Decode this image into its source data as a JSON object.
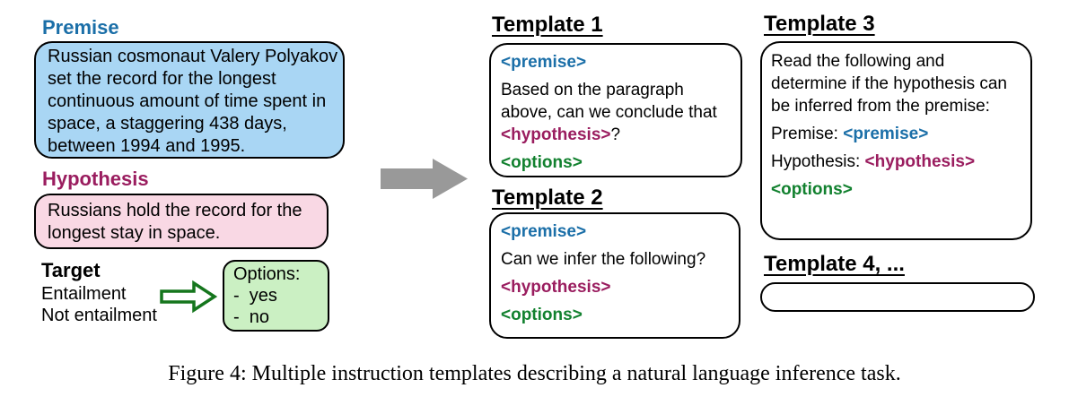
{
  "colors": {
    "premise_text": "#1B6FA8",
    "hypothesis_text": "#9A1D5F",
    "options_text": "#12812F",
    "premise_fill": "#A9D6F4",
    "hypothesis_fill": "#F9D8E4",
    "options_fill": "#CBF0C3",
    "arrow_gray": "#999999",
    "arrow_green": "#15761D"
  },
  "icons": {
    "flow_arrow": "gray-right-arrow",
    "target_arrow": "green-hollow-right-arrow"
  },
  "left": {
    "premise_label": "Premise",
    "premise_box": [
      {
        "lines": [
          [
            {
              "t": "Russian cosmonaut Valery Polyakov"
            }
          ],
          [
            {
              "t": "set the record for the longest"
            }
          ],
          [
            {
              "t": "continuous amount of time spent in"
            }
          ],
          [
            {
              "t": "space, a staggering 438 days,"
            }
          ],
          [
            {
              "t": "between 1994 and 1995."
            }
          ]
        ]
      }
    ],
    "hypothesis_label": "Hypothesis",
    "hypothesis_box": [
      {
        "lines": [
          [
            {
              "t": "Russians hold the record for the"
            }
          ],
          [
            {
              "t": "longest stay in space."
            }
          ]
        ]
      }
    ],
    "target_label": "Target",
    "target_items": [
      "Entailment",
      "Not entailment"
    ],
    "options_box": [
      {
        "lines": [
          [
            {
              "t": "Options:"
            }
          ],
          [
            {
              "t": "-  yes"
            }
          ],
          [
            {
              "t": "-  no"
            }
          ]
        ]
      }
    ]
  },
  "templates": [
    {
      "title": "Template 1",
      "content": [
        {
          "lines": [
            [
              {
                "t": "<premise>",
                "c": "blue",
                "b": true
              }
            ]
          ]
        },
        {
          "lines": [
            [
              {
                "t": "Based on the paragraph"
              }
            ],
            [
              {
                "t": "above, can we conclude that"
              }
            ],
            [
              {
                "t": "<hypothesis>",
                "c": "maroon",
                "b": true
              },
              {
                "t": "?"
              }
            ]
          ]
        },
        {
          "lines": [
            [
              {
                "t": "<options>",
                "c": "green",
                "b": true
              }
            ]
          ]
        }
      ]
    },
    {
      "title": "Template 2",
      "content": [
        {
          "lines": [
            [
              {
                "t": "<premise>",
                "c": "blue",
                "b": true
              }
            ]
          ]
        },
        {
          "lines": [
            [
              {
                "t": "Can we infer the following?"
              }
            ]
          ]
        },
        {
          "lines": [
            [
              {
                "t": "<hypothesis>",
                "c": "maroon",
                "b": true
              }
            ]
          ]
        },
        {
          "lines": [
            [
              {
                "t": "<options>",
                "c": "green",
                "b": true
              }
            ]
          ]
        }
      ]
    },
    {
      "title": "Template 3",
      "content": [
        {
          "lines": [
            [
              {
                "t": "Read the following and"
              }
            ],
            [
              {
                "t": "determine if the hypothesis can"
              }
            ],
            [
              {
                "t": "be inferred from the premise:"
              }
            ]
          ]
        },
        {
          "lines": [
            [
              {
                "t": "Premise: "
              },
              {
                "t": "<premise>",
                "c": "blue",
                "b": true
              }
            ]
          ]
        },
        {
          "lines": [
            [
              {
                "t": "Hypothesis: "
              },
              {
                "t": "<hypothesis>",
                "c": "maroon",
                "b": true
              }
            ]
          ]
        },
        {
          "lines": [
            [
              {
                "t": "<options>",
                "c": "green",
                "b": true
              }
            ]
          ]
        }
      ]
    },
    {
      "title": "Template 4, ...",
      "content": []
    }
  ],
  "caption": {
    "text": "Figure 4: Multiple instruction templates describing a natural language inference task."
  }
}
